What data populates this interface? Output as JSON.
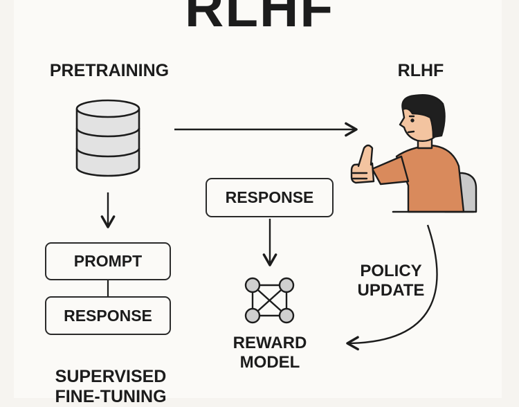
{
  "title": "RLHF",
  "pretraining": {
    "label": "PRETRAINING",
    "icon": "database-icon"
  },
  "rlhf_stage": {
    "label": "RLHF",
    "icon": "person-thumbs-up-icon"
  },
  "sft": {
    "prompt_label": "PROMPT",
    "response_label": "RESPONSE",
    "caption_line1": "SUPERVISED",
    "caption_line2": "FINE-TUNING"
  },
  "reward": {
    "response_label": "RESPONSE",
    "icon": "network-icon",
    "caption_line1": "REWARD",
    "caption_line2": "MODEL"
  },
  "policy_update": {
    "line1": "POLICY",
    "line2": "UPDATE"
  },
  "colors": {
    "background": "#fbfaf7",
    "ink": "#1c1c1c",
    "database_fill": "#e2e2e2",
    "shirt": "#d98a5c",
    "skin": "#f3c4a0",
    "hair": "#1f1f1f",
    "chair": "#c9c9c9",
    "node_fill": "#cfcfcf"
  }
}
